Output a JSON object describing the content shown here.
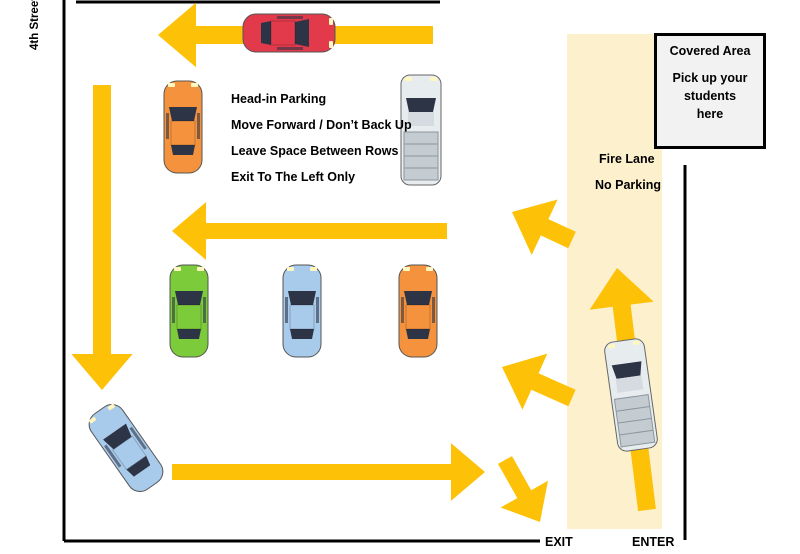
{
  "street_label": "4th Street",
  "covered_area": {
    "title": "Covered Area",
    "subtitle": "Pick up your students here"
  },
  "rules": [
    "Head-in Parking",
    "Move Forward / Don’t Back Up",
    "Leave Space Between Rows",
    "Exit To The Left Only"
  ],
  "fire_lane": {
    "line1": "Fire Lane",
    "line2": "No Parking"
  },
  "exit_label": "EXIT",
  "enter_label": "ENTER",
  "colors": {
    "arrow": "#FDC107",
    "fire_lane": "#FDF0CC",
    "car_red": "#E23A4A",
    "car_orange": "#F5923D",
    "car_green": "#7CCB3A",
    "car_blue": "#A9CBEB",
    "truck_white": "#E7ECEF"
  },
  "cars": [
    {
      "name": "red-car",
      "color": "car_red",
      "type": "car"
    },
    {
      "name": "orange-car-top",
      "color": "car_orange",
      "type": "car"
    },
    {
      "name": "white-pickup-top",
      "color": "truck_white",
      "type": "truck"
    },
    {
      "name": "green-car",
      "color": "car_green",
      "type": "car"
    },
    {
      "name": "blue-car-middle",
      "color": "car_blue",
      "type": "car"
    },
    {
      "name": "orange-car-middle",
      "color": "car_orange",
      "type": "car"
    },
    {
      "name": "blue-car-bottom-left",
      "color": "car_blue",
      "type": "car"
    },
    {
      "name": "white-pickup-entering",
      "color": "truck_white",
      "type": "truck"
    }
  ]
}
